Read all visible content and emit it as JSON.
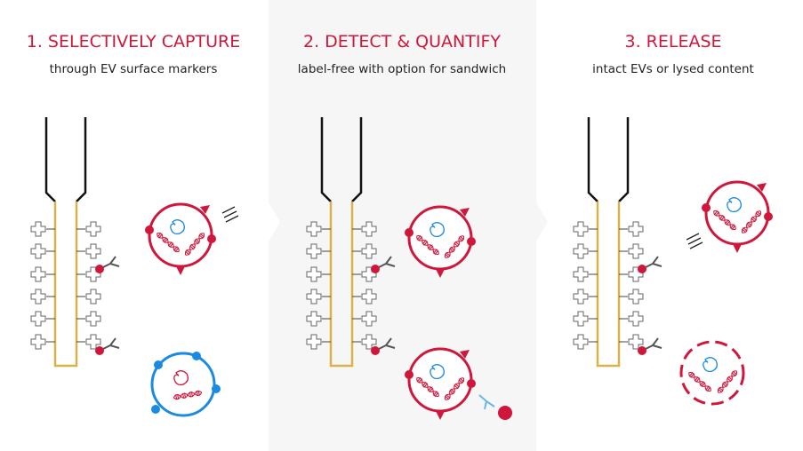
{
  "steps": [
    {
      "title": "1. SELECTIVELY CAPTURE",
      "subtitle": "through EV surface markers"
    },
    {
      "title": "2. DETECT & QUANTIFY",
      "subtitle": "label-free with option for sandwich"
    },
    {
      "title": "3. RELEASE",
      "subtitle": "intact EVs or lysed content"
    }
  ],
  "colors": {
    "accent": "#d0173b",
    "blue": "#1a8be0",
    "gold": "#d8b24a",
    "panel": "#f6f6f6"
  }
}
